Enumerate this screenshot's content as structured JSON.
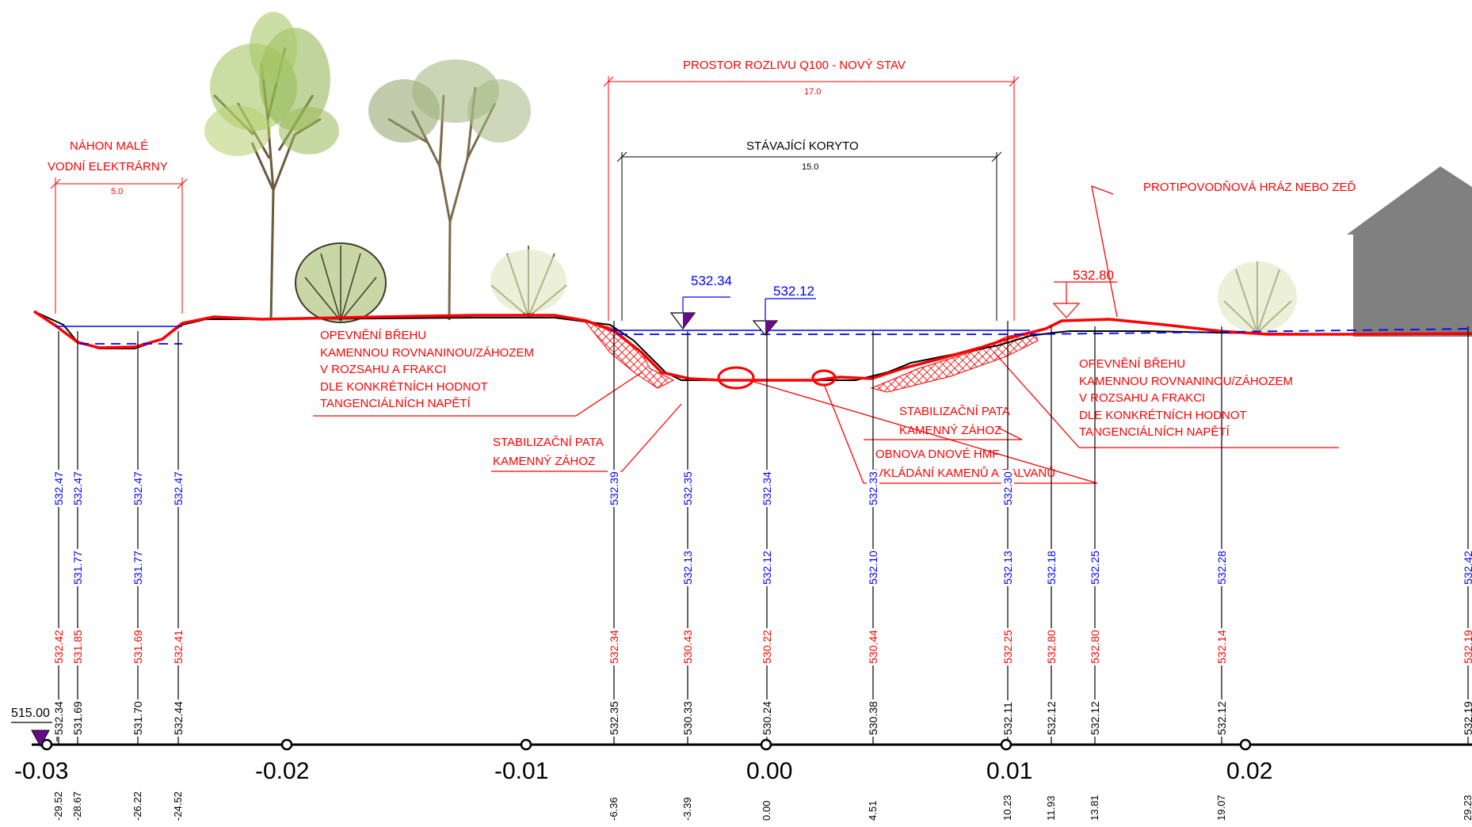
{
  "labels": {
    "nahon_line1": "NÁHON MALÉ",
    "nahon_line2": "VODNÍ ELEKTRÁRNY",
    "nahon_dim": "5.0",
    "prostor": "PROSTOR ROZLIVU Q100 - NOVÝ STAV",
    "prostor_dim": "17.0",
    "koryto": "STÁVAJÍCÍ KORYTO",
    "koryto_dim": "15.0",
    "hraz": "PROTIPOVODŇOVÁ HRÁZ NEBO ZEĎ",
    "wl1": "532.34",
    "wl2": "532.12",
    "crest": "532.80",
    "ref_elev": "515.00",
    "opev_left": [
      "OPEVNĚNÍ BŘEHU",
      "KAMENNOU ROVNANINOU/ZÁHOZEM",
      "V ROZSAHU A FRAKCI",
      "DLE KONKRÉTNÍCH HODNOT",
      "TANGENCIÁLNÍCH NAPĚTÍ"
    ],
    "opev_right": [
      "OPEVNĚNÍ BŘEHU",
      "KAMENNOU ROVNANINOU/ZÁHOZEM",
      "V ROZSAHU A FRAKCI",
      "DLE KONKRÉTNÍCH HODNOT",
      "TANGENCIÁLNÍCH NAPĚTÍ"
    ],
    "pata_left": [
      "STABILIZAČNÍ PATA",
      "KAMENNÝ ZÁHOZ"
    ],
    "pata_right": [
      "STABILIZAČNÍ PATA",
      "KAMENNÝ ZÁHOZ"
    ],
    "obnova": [
      "OBNOVA DNOVÉ HMF",
      "VKLÁDÁNÍ KAMENŮ A BALVANŮ"
    ]
  },
  "axis_ticks": [
    "-0.03",
    "-0.02",
    "-0.01",
    "0.00",
    "0.01",
    "0.02"
  ],
  "stations": [
    {
      "station": "-29.52",
      "blue_top": "532.47",
      "red": "532.42",
      "black": "532.34"
    },
    {
      "station": "-28.67",
      "blue_top": "532.47",
      "blue_mid": "531.77",
      "red": "531.85",
      "black": "531.69"
    },
    {
      "station": "-26.22",
      "blue_top": "532.47",
      "blue_mid": "531.77",
      "red": "531.69",
      "black": "531.70"
    },
    {
      "station": "-24.52",
      "blue_top": "532.47",
      "red": "532.41",
      "black": "532.44"
    },
    {
      "station": "-6.36",
      "blue_top": "532.39",
      "red": "532.34",
      "black": "532.35"
    },
    {
      "station": "-3.39",
      "blue_top": "532.35",
      "blue_mid": "532.13",
      "red": "530.43",
      "black": "530.33"
    },
    {
      "station": "0.00",
      "blue_top": "532.34",
      "blue_mid": "532.12",
      "red": "530.22",
      "black": "530.24"
    },
    {
      "station": "4.51",
      "blue_top": "532.33",
      "blue_mid": "532.10",
      "red": "530.44",
      "black": "530.38"
    },
    {
      "station": "10.23",
      "blue_top": "532.30",
      "blue_mid": "532.13",
      "red": "532.25",
      "black": "532.11"
    },
    {
      "station": "11.93",
      "blue_mid": "532.18",
      "red": "532.80",
      "black": "532.12"
    },
    {
      "station": "13.81",
      "blue_mid": "532.25",
      "red": "532.80",
      "black": "532.12"
    },
    {
      "station": "19.07",
      "blue_mid": "532.28",
      "red": "532.14",
      "black": "532.12"
    },
    {
      "station": "29.23",
      "blue_mid": "532.42",
      "red": "532.19",
      "black": "532.19"
    }
  ],
  "colors": {
    "design": "#ff0000",
    "water": "#0000ff",
    "existing": "#000000",
    "building": "#808080",
    "marker": "#6a0a8a"
  }
}
